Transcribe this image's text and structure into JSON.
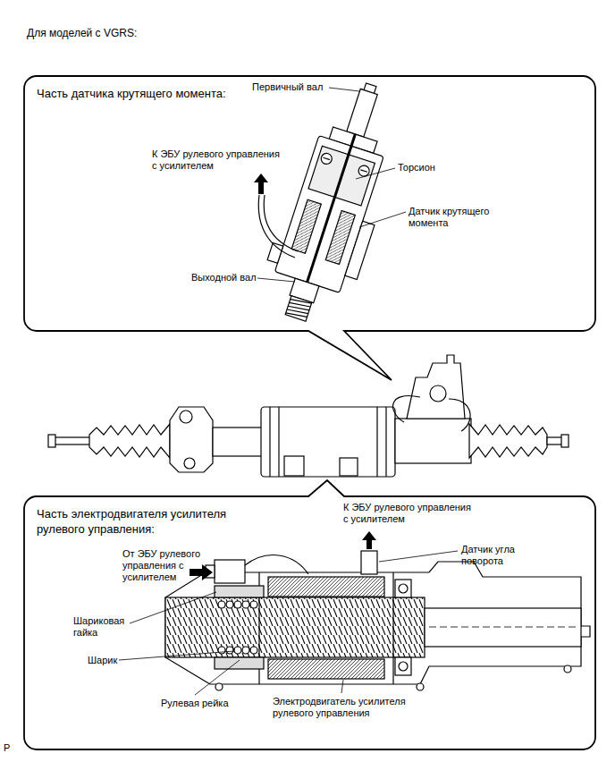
{
  "diagram": {
    "title": "Для моделей с VGRS:",
    "nodes": [
      {
        "text": [
          "Часть датчика крутящего момента:"
        ]
      },
      {
        "text": [
          "Часть электродвигателя усилителя рулевого управления:"
        ]
      }
    ],
    "labels": [
      "Первичный вал",
      "К ЭБУ рулевого управления с усилителем",
      "Торсион",
      "Датчик крутящего момента",
      "Выходной вал",
      "К ЭБУ рулевого управления с усилителем",
      "От ЭБУ рулевого управления с усилителем",
      "Датчик угла поворота",
      "Шариковая гайка",
      "Шарик",
      "Рулевая рейка",
      "Электродвигатель усилителя рулевого управления",
      "P"
    ]
  }
}
